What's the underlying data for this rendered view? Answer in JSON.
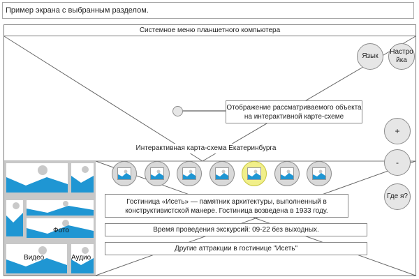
{
  "caption": "Пример экрана с выбранным разделом.",
  "menu_title": "Системное меню планшетного компьютера",
  "top_buttons": [
    {
      "label": "Язык"
    },
    {
      "label": "Настро йка"
    }
  ],
  "map": {
    "object_label": "Отображение рассматриваемого объекта на интерактивной карте-схеме",
    "title": "Интерактивная карта-схема Екатеринбурга",
    "zoom_in": "+",
    "zoom_out": "-",
    "locate": "Где я?"
  },
  "gallery": {
    "photo_label": "Фото",
    "video_label": "Видео",
    "audio_label": "Аудио"
  },
  "image_strip": {
    "count": 7,
    "selected_index": 4
  },
  "info": {
    "description": "Гостиница «Исеть» — памятник архитектуры, выполненный в конструктивистской манере. Гостиница возведена в 1933 году.",
    "hours": "Время проведения экскурсий: 09-22 без выходных.",
    "other": "Другие аттракции в гостинице \"Исеть\""
  },
  "colors": {
    "thumb_blue": "#1f96d3",
    "thumb_circle": "#c9c9c9",
    "selected_circle": "#f1ef8a",
    "gallery_bg": "#c8c8c8"
  }
}
